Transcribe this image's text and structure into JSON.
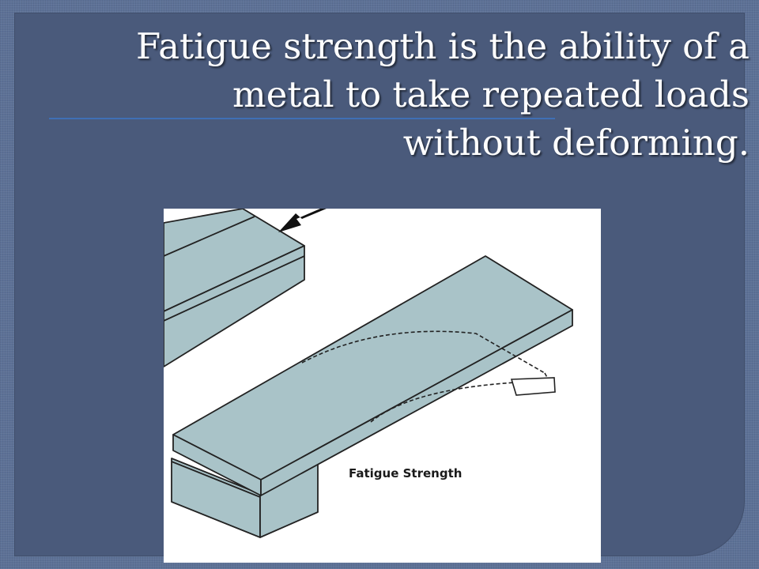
{
  "slide": {
    "title_lines": [
      "Fatigue strength is the ability of a",
      "metal to take repeated loads",
      "without deforming."
    ]
  },
  "figure": {
    "label": "Fatigue Strength",
    "fill_color": "#a9c3c8",
    "background_color": "#ffffff"
  },
  "theme": {
    "slide_background": "#5d7196",
    "panel_color": "#4a5a7b",
    "accent_line": "#3f6fb5",
    "title_color": "#ffffff"
  }
}
